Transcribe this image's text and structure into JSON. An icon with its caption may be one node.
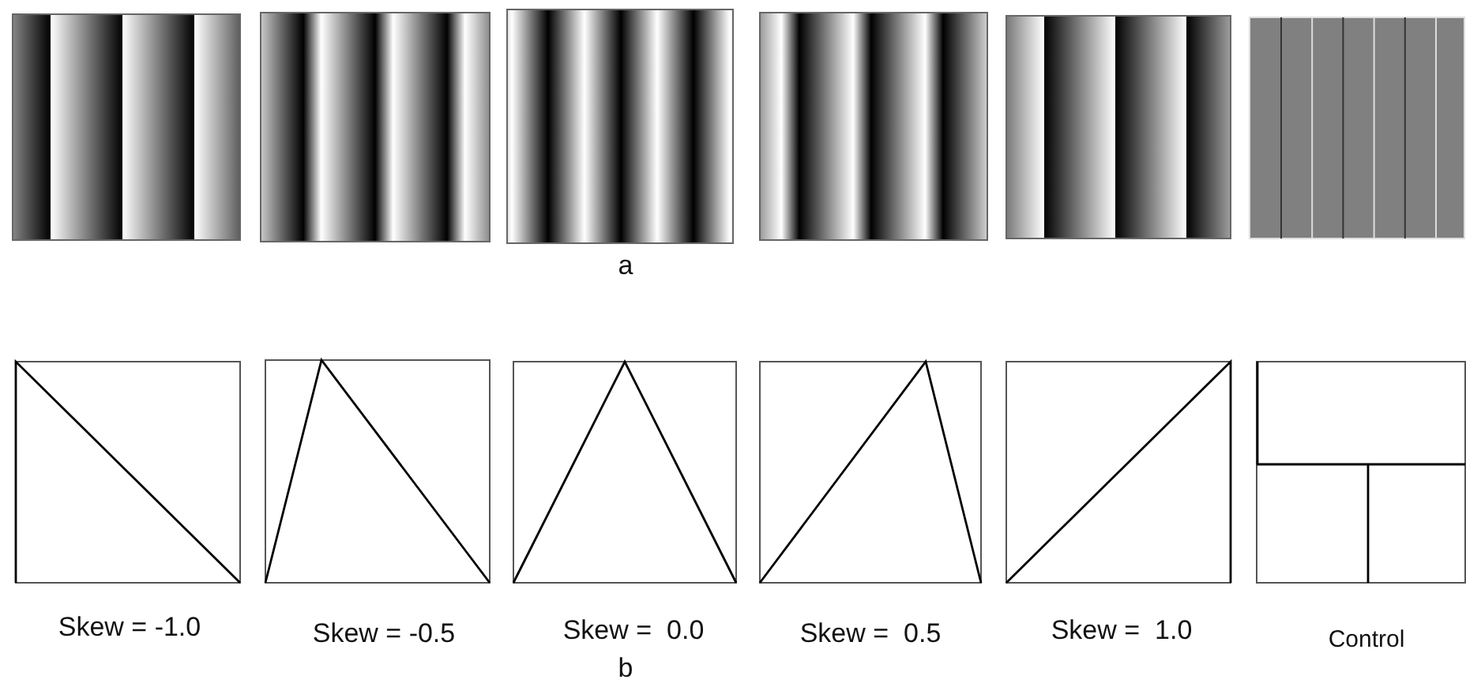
{
  "diagram": {
    "labels": [
      "a",
      "Skew = -1.0",
      "Skew = -0.5",
      "Skew =  0.0",
      "Skew =  0.5",
      "Skew =  1.0",
      "Control",
      "b"
    ]
  }
}
